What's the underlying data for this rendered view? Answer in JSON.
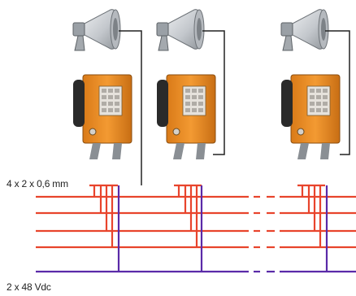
{
  "labels": {
    "cable_spec": "4 x 2 x 0,6 mm",
    "power_spec": "2 x 48 Vdc"
  },
  "colors": {
    "bus_line": "#e8442c",
    "power_line": "#5a2aa8",
    "connector_line": "#222222",
    "phone_body": "#f0952a",
    "horn": "#c9ccd0"
  },
  "components": [
    {
      "type": "horn-loudspeaker",
      "count": 3
    },
    {
      "type": "industrial-telephone",
      "count": 3
    }
  ]
}
